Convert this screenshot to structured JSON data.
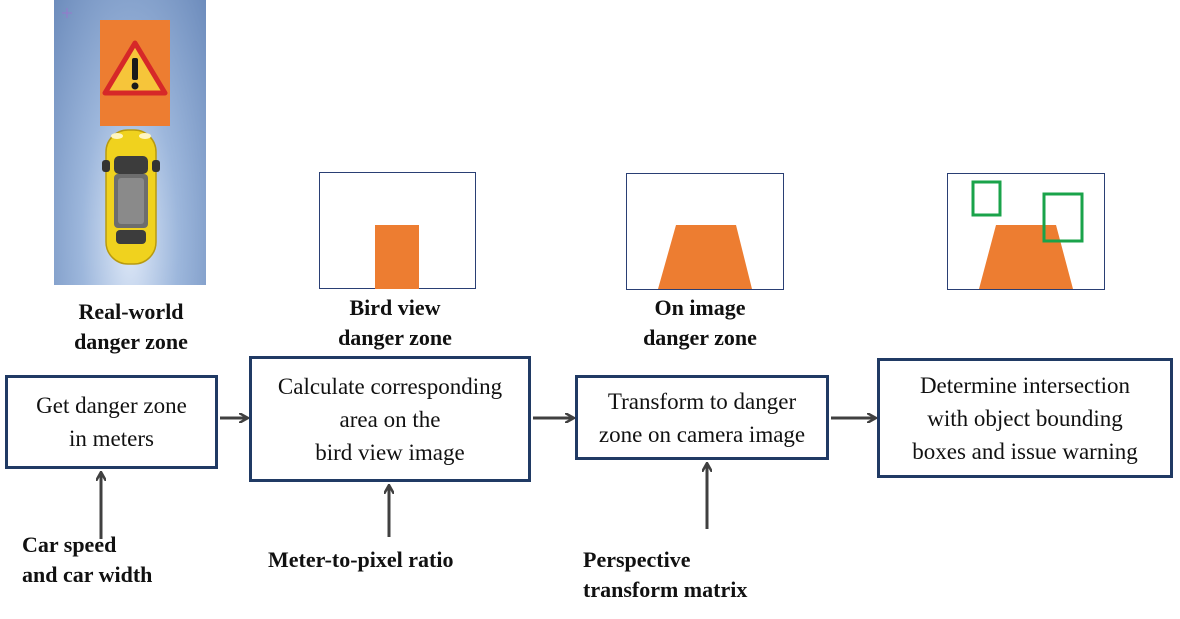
{
  "top_labels": {
    "real_world": [
      "Real-world",
      "danger zone"
    ],
    "bird_view": [
      "Bird view",
      "danger zone"
    ],
    "on_image": [
      "On image",
      "danger zone"
    ]
  },
  "process_boxes": {
    "get_zone": "Get danger zone\nin meters",
    "calculate": "Calculate corresponding\narea on the\nbird view image",
    "transform": "Transform to danger\nzone on camera image",
    "determine": "Determine intersection\nwith object bounding\nboxes and issue warning"
  },
  "inputs": {
    "car_speed": [
      "Car speed",
      "and car width"
    ],
    "meter_pixel": [
      "Meter-to-pixel ratio"
    ],
    "perspective": [
      "Perspective",
      "transform matrix"
    ]
  },
  "colors": {
    "zone_orange": "#ed7d31",
    "box_border": "#203a64",
    "bbox_green": "#1aa34a",
    "arrow": "#404040"
  },
  "icons": {
    "warning": "warning-triangle-icon",
    "car": "car-top-view-icon"
  }
}
